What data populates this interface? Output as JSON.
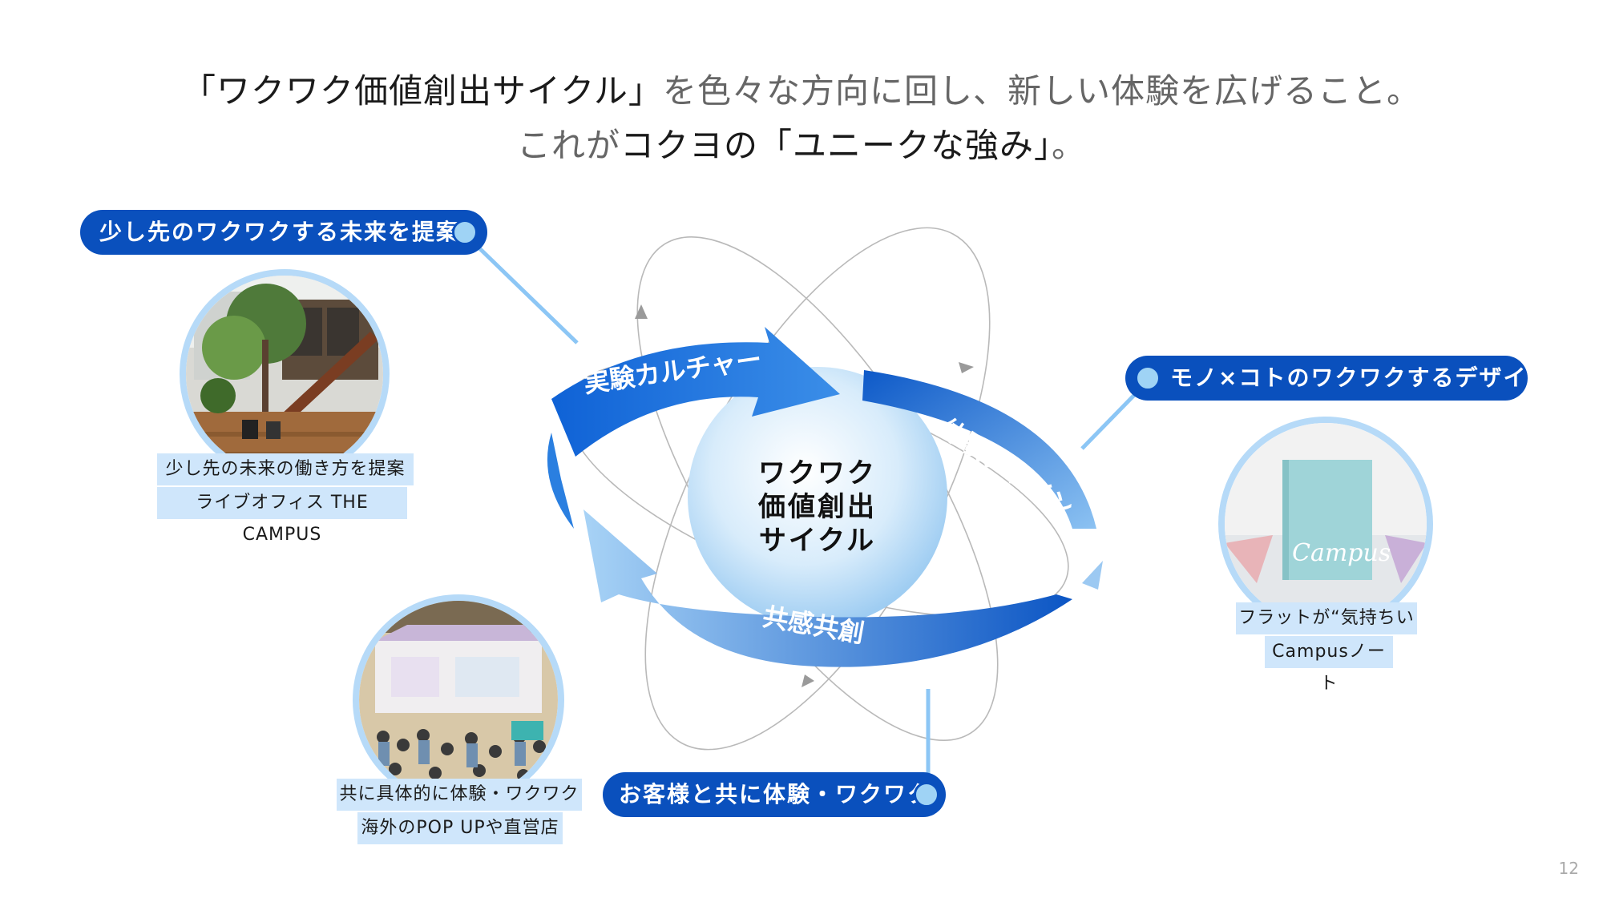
{
  "header": {
    "line1_a": "「ワクワク価値創出サイクル」",
    "line1_b": "を色々な方向に回し、新しい体験を広げること。",
    "line2_a": "これが",
    "line2_b": "コクヨの「ユニークな強み」",
    "line2_c": "。"
  },
  "cycle": {
    "center_line1": "ワクワク",
    "center_line2": "価値創出",
    "center_line3": "サイクル",
    "arrow_top": "実験カルチャー",
    "arrow_right": "体験デザイン",
    "arrow_bottom": "共感共創"
  },
  "pillars": [
    {
      "label": "少し先のワクワクする未来を提案",
      "caption_line1": "少し先の未来の働き方を提案する",
      "caption_line2": "ライブオフィス THE CAMPUS"
    },
    {
      "label": "モノ×コトのワクワクするデザイン",
      "caption_line1": "フラットが“気持ちいい”",
      "caption_line2": "Campusノート",
      "product_logo": "Campus"
    },
    {
      "label": "お客様と共に体験・ワクワク",
      "caption_line1": "共に具体的に体験・ワクワクする",
      "caption_line2": "海外のPOP UPや直営店"
    }
  ],
  "page_number": "12",
  "colors": {
    "brand_blue": "#0a50bd",
    "accent_blue": "#1f7ae0",
    "light_blue": "#cfe6fb"
  }
}
